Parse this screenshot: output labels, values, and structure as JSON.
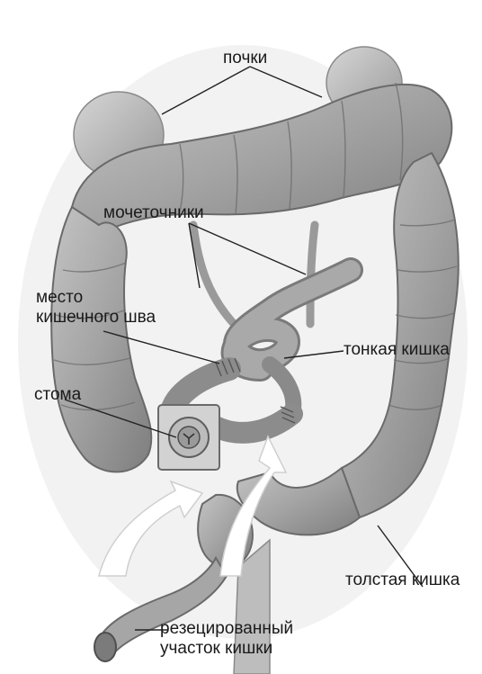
{
  "diagram": {
    "labels": {
      "kidneys": "почки",
      "ureters": "мочеточники",
      "anastomosis_line1": "место",
      "anastomosis_line2": "кишечного шва",
      "small_intestine": "тонкая кишка",
      "stoma": "стома",
      "large_intestine": "толстая кишка",
      "resected_line1": "резецированный",
      "resected_line2": "участок кишки"
    },
    "colors": {
      "background": "#ffffff",
      "organ_fill": "#a8a8a8",
      "organ_dark": "#6f6f6f",
      "organ_light": "#c9c9c9",
      "arrow_fill": "#ffffff",
      "leader_line": "#222222"
    }
  }
}
